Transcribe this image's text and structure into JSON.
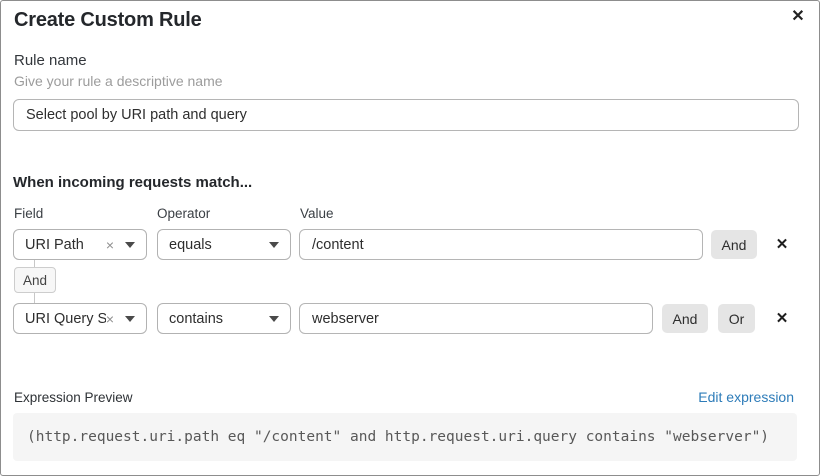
{
  "dialog": {
    "title": "Create Custom Rule"
  },
  "icons": {
    "close": "✕",
    "remove_row": "✕",
    "clear_selection": "×"
  },
  "rule_name": {
    "label": "Rule name",
    "description": "Give your rule a descriptive name",
    "value": "Select pool by URI path and query"
  },
  "matcher": {
    "heading": "When incoming requests match...",
    "columns": {
      "field": "Field",
      "operator": "Operator",
      "value": "Value"
    },
    "rows": [
      {
        "field": "URI Path",
        "operator": "equals",
        "value": "/content",
        "and_label": "And"
      },
      {
        "field": "URI Query St...",
        "operator": "contains",
        "value": "webserver",
        "and_label": "And",
        "or_label": "Or"
      }
    ],
    "connector_label": "And"
  },
  "expression": {
    "label": "Expression Preview",
    "edit_link": "Edit expression",
    "code": "(http.request.uri.path eq \"/content\" and http.request.uri.query contains \"webserver\")"
  },
  "colors": {
    "link_blue": "#2e7cb9",
    "chip_gray": "#e5e5e5",
    "code_bg": "#f5f5f5",
    "border_gray": "#b2b2b2"
  }
}
